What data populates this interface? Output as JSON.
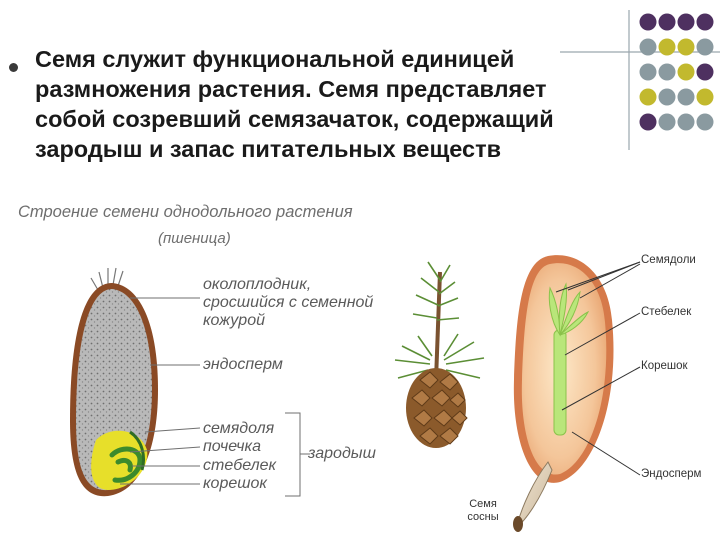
{
  "decor": {
    "dot_purple": "#4e3060",
    "dot_grey": "#8a9aa0",
    "dot_yellow": "#c2b92e"
  },
  "bullet": {
    "lines": [
      "Семя служит функциональной единицей",
      "размножения растения. Семя представляет",
      "собой созревший семязачаток, содержащий",
      "зародыш и запас питательных веществ"
    ]
  },
  "wheat_figure": {
    "title": "Строение семени однодольного растения",
    "subtitle": "(пшеница)",
    "labels": {
      "pericarp_1": "околоплодник,",
      "pericarp_2": "сросшийся с семенной",
      "pericarp_3": "кожурой",
      "endosperm": "эндосперм",
      "cotyledon": "семядоля",
      "bud": "почечка",
      "stem": "стебелек",
      "root": "корешок",
      "embryo": "зародыш"
    }
  },
  "pine_figure": {
    "labels": {
      "cotyledons": "Семядоли",
      "stem": "Стебелек",
      "root": "Корешок",
      "endosperm": "Эндосперм",
      "seed_1": "Семя",
      "seed_2": "сосны"
    }
  }
}
